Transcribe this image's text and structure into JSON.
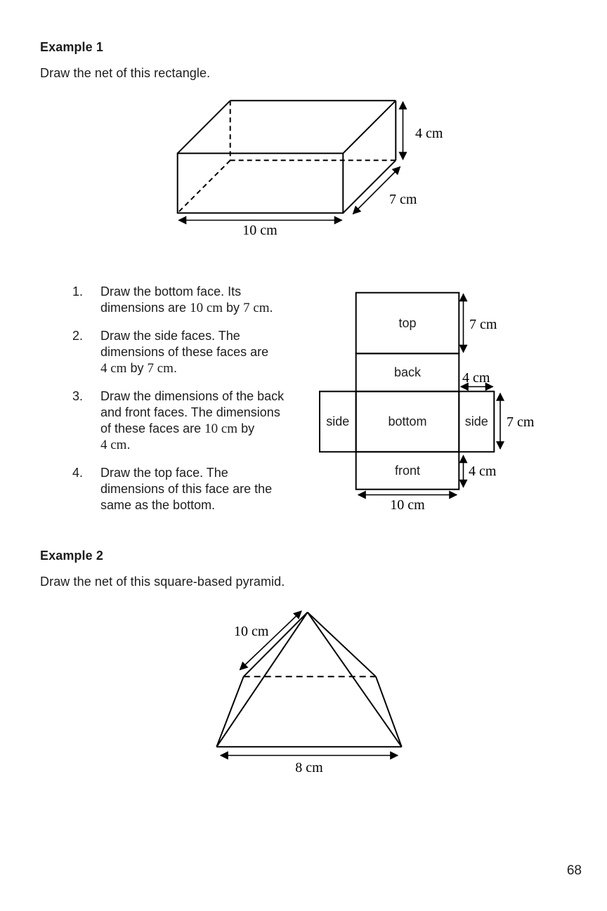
{
  "page": {
    "number": "68"
  },
  "example1": {
    "heading": "Example 1",
    "intro": "Draw the net of this rectangle.",
    "cuboid": {
      "height_label": "4 cm",
      "depth_label": "7 cm",
      "width_label": "10 cm"
    },
    "steps": [
      {
        "num": "1.",
        "lines": [
          [
            {
              "t": "Draw the bottom face. Its"
            }
          ],
          [
            {
              "t": "dimensions are "
            },
            {
              "t": "10 cm",
              "serif": true
            },
            {
              "t": " by "
            },
            {
              "t": "7 cm",
              "serif": true
            },
            {
              "t": "."
            }
          ]
        ]
      },
      {
        "num": "2.",
        "lines": [
          [
            {
              "t": "Draw the side faces. The"
            }
          ],
          [
            {
              "t": "dimensions of these faces are"
            }
          ],
          [
            {
              "t": "4 cm",
              "serif": true
            },
            {
              "t": " by "
            },
            {
              "t": "7 cm",
              "serif": true
            },
            {
              "t": "."
            }
          ]
        ]
      },
      {
        "num": "3.",
        "lines": [
          [
            {
              "t": "Draw the dimensions of the back"
            }
          ],
          [
            {
              "t": "and front faces. The dimensions"
            }
          ],
          [
            {
              "t": "of these faces are "
            },
            {
              "t": "10 cm",
              "serif": true
            },
            {
              "t": " by"
            }
          ],
          [
            {
              "t": "4 cm",
              "serif": true
            },
            {
              "t": "."
            }
          ]
        ]
      },
      {
        "num": "4.",
        "lines": [
          [
            {
              "t": "Draw the top face. The"
            }
          ],
          [
            {
              "t": "dimensions of this face are the"
            }
          ],
          [
            {
              "t": "same as the bottom."
            }
          ]
        ]
      }
    ],
    "net": {
      "faces": [
        "top",
        "back",
        "side",
        "bottom",
        "side",
        "front"
      ],
      "top_height_label": "7 cm",
      "side_width_label": "4 cm",
      "side_height_label": "7 cm",
      "front_height_label": "4 cm",
      "bottom_width_label": "10 cm"
    }
  },
  "example2": {
    "heading": "Example 2",
    "intro": "Draw the net of this square-based pyramid.",
    "pyramid": {
      "slant_label": "10 cm",
      "base_label": "8 cm"
    }
  }
}
